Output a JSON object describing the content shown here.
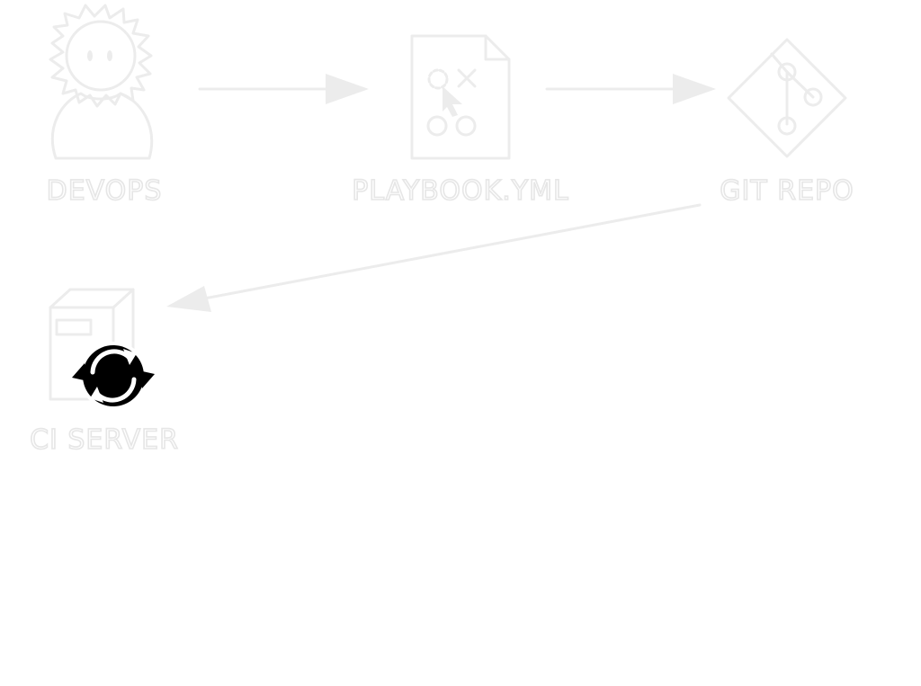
{
  "diagram": {
    "nodes": [
      {
        "id": "devops",
        "label": "DEVOPS",
        "icon": "person-icon"
      },
      {
        "id": "playbook",
        "label": "PLAYBOOK.YML",
        "icon": "playbook-file-icon"
      },
      {
        "id": "git-repo",
        "label": "GIT REPO",
        "icon": "git-icon"
      },
      {
        "id": "ci-server",
        "label": "CI SERVER",
        "icon": "server-icon",
        "badge": "sync-icon"
      }
    ],
    "edges": [
      {
        "from": "devops",
        "to": "playbook"
      },
      {
        "from": "playbook",
        "to": "git-repo"
      },
      {
        "from": "git-repo",
        "to": "ci-server"
      }
    ],
    "colors": {
      "faded": "#ececec",
      "sync_badge": "#000000"
    }
  }
}
